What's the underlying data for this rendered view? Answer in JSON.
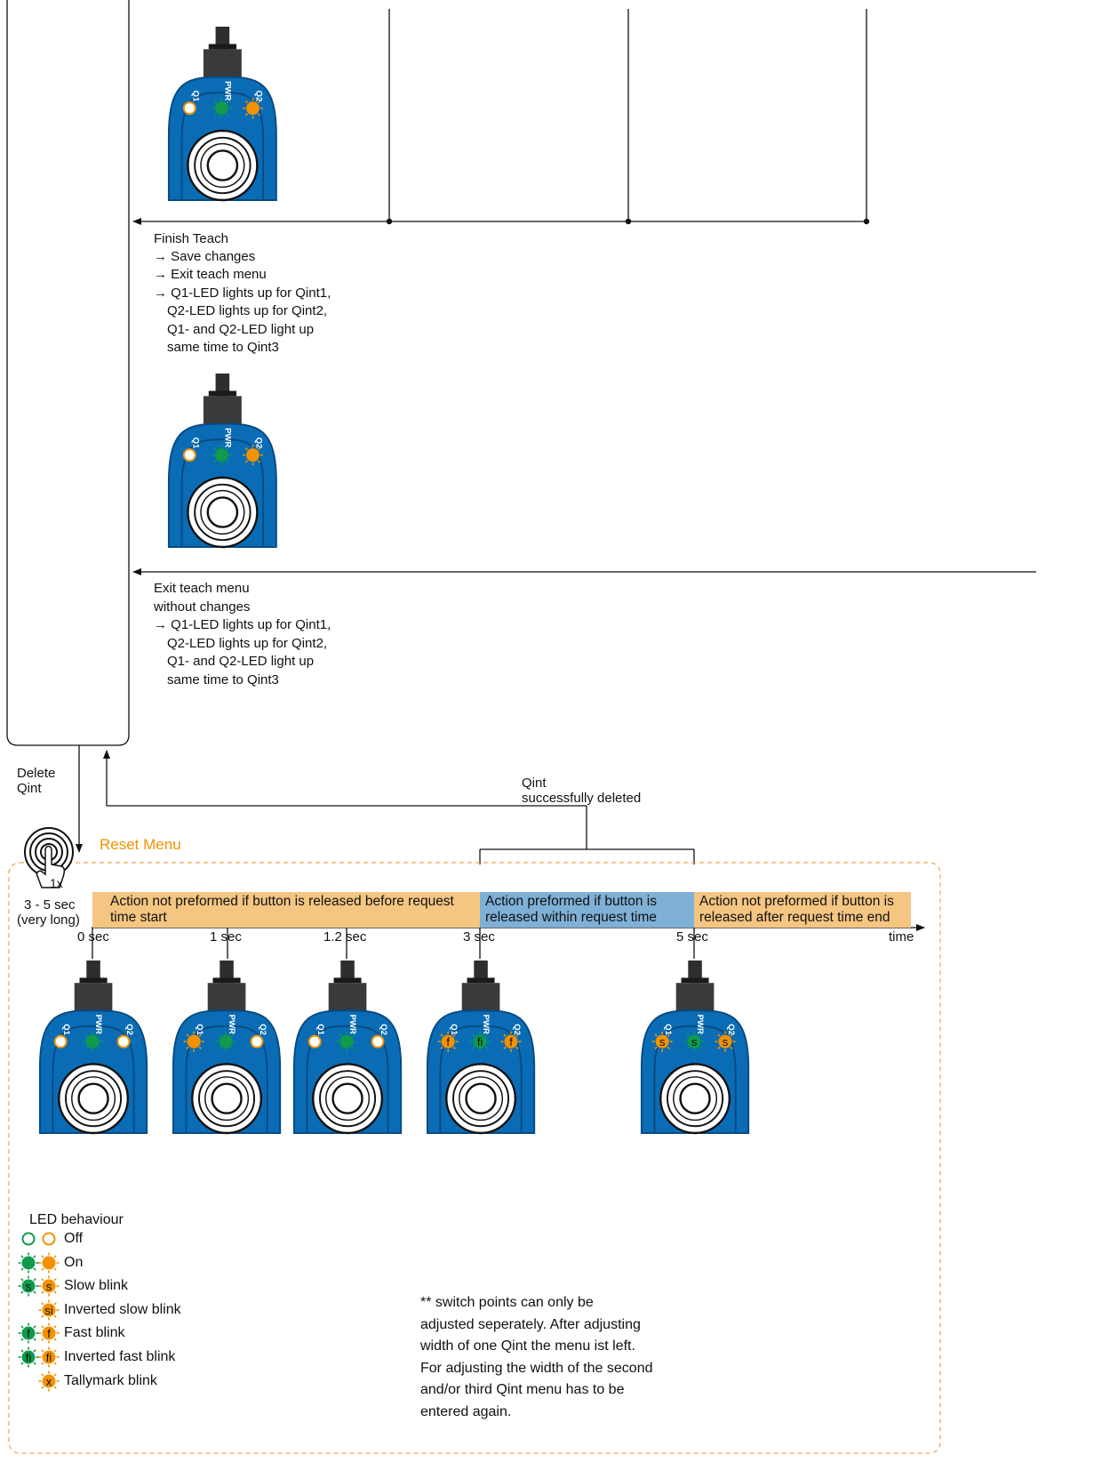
{
  "colors": {
    "green": "#0f9b4a",
    "orange": "#f39200",
    "blue": "#0a6cb5",
    "bar_orange": "#f5c582",
    "bar_blue": "#7fb0d6",
    "dashed": "#f0a850"
  },
  "finish_teach": {
    "title": "Finish Teach",
    "items": [
      "→ Save changes",
      "→ Exit teach menu",
      "→ Q1-LED lights up for Qint1,",
      "Q2-LED lights up for Qint2,",
      "Q1- and Q2-LED light up",
      "same time to Qint3"
    ]
  },
  "exit_teach": {
    "title": "Exit teach menu",
    "subtitle": "without changes",
    "items": [
      "→ Q1-LED lights up for Qint1,",
      "Q2-LED lights up for Qint2,",
      "Q1- and Q2-LED light up",
      "same time to Qint3"
    ]
  },
  "delete_label": [
    "Delete",
    "Qint"
  ],
  "deleted_label": [
    "Qint",
    "successfully deleted"
  ],
  "reset_menu": "Reset Menu",
  "press": {
    "count": "1x",
    "duration": "3 - 5 sec",
    "duration_note": "(very long)"
  },
  "bars": [
    {
      "text": "Action not preformed if button is released before request time start",
      "color": "bar_orange"
    },
    {
      "text": "Action preformed if button is released within request time",
      "color": "bar_blue"
    },
    {
      "text": "Action not preformed if button is released after request time end",
      "color": "bar_orange"
    }
  ],
  "timeline": {
    "ticks": [
      "0 sec",
      "1 sec",
      "1.2 sec",
      "3 sec",
      "5 sec"
    ],
    "end_label": "time"
  },
  "led_labels": {
    "q1": "Q1",
    "pwr": "PWR",
    "q2": "Q2"
  },
  "devices_top": [
    {
      "q1": "off",
      "pwr": "on",
      "q2": "on"
    },
    {
      "q1": "off",
      "pwr": "on",
      "q2": "on"
    }
  ],
  "devices_timeline": [
    {
      "q1": "off",
      "pwr": "on",
      "q2": "off"
    },
    {
      "q1": "on",
      "pwr": "on",
      "q2": "off"
    },
    {
      "q1": "off",
      "pwr": "on",
      "q2": "off"
    },
    {
      "q1": "f",
      "pwr": "fi",
      "q2": "f"
    },
    {
      "q1": "s",
      "pwr": "s",
      "q2": "s"
    }
  ],
  "legend": {
    "title": "LED behaviour",
    "items": [
      {
        "label": "Off",
        "glyph": "",
        "kind": "off",
        "pair": true
      },
      {
        "label": "On",
        "glyph": "",
        "kind": "on",
        "pair": true
      },
      {
        "label": "Slow blink",
        "glyph": "s",
        "kind": "blink",
        "pair": true
      },
      {
        "label": "Inverted slow blink",
        "glyph": "si",
        "kind": "blink",
        "pair": false
      },
      {
        "label": "Fast blink",
        "glyph": "f",
        "kind": "blink",
        "pair": true
      },
      {
        "label": "Inverted fast blink",
        "glyph": "fi",
        "kind": "blink",
        "pair": true
      },
      {
        "label": "Tallymark blink",
        "glyph": "x",
        "kind": "blink",
        "pair": false
      }
    ]
  },
  "footnote": [
    "** switch points can only be",
    "adjusted seperately. After adjusting",
    "width of one Qint the menu ist left.",
    "For adjusting the width of the second",
    "and/or third Qint menu has to be",
    "entered again."
  ]
}
